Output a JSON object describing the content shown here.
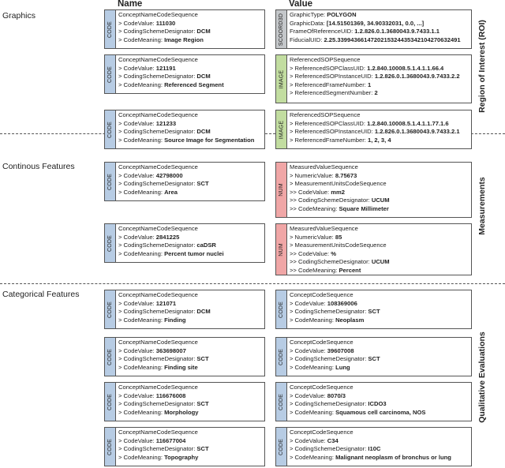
{
  "headers": {
    "name": "Name",
    "value": "Value"
  },
  "sections": [
    {
      "label": "Graphics",
      "side_label": "Region of Interest (ROI)"
    },
    {
      "label": "Continous Features",
      "side_label": "Measurements"
    },
    {
      "label": "Categorical Features",
      "side_label": "Qualitative Evaluations"
    }
  ],
  "colors": {
    "code": "#b7cce4",
    "scoord3d": "#c4c7ca",
    "image": "#c2dda0",
    "num": "#f0a6a6"
  },
  "cards": {
    "n1": {
      "tag": "CODE",
      "lines": [
        {
          "k": "ConceptNameCodeSequence",
          "v": ""
        },
        {
          "k": "> CodeValue: ",
          "v": "111030"
        },
        {
          "k": "> CodingSchemeDesignator: ",
          "v": "DCM"
        },
        {
          "k": "> CodeMeaning: ",
          "v": "Image Region"
        }
      ]
    },
    "v1": {
      "tag": "SCOORD3D",
      "lines": [
        {
          "k": "GraphicType: ",
          "v": "POLYGON"
        },
        {
          "k": "GraphicData: ",
          "v": "[14.51501369, 34.90332031,  0.0, ...]"
        },
        {
          "k": "FrameOfReferenceUID: ",
          "v": "1.2.826.0.1.3680043.9.7433.1.1"
        },
        {
          "k": "FiducialUID: ",
          "v": "2.25.3399436614720215324435342104270632491"
        }
      ]
    },
    "n2": {
      "tag": "CODE",
      "lines": [
        {
          "k": "ConceptNameCodeSequence",
          "v": ""
        },
        {
          "k": "> CodeValue: ",
          "v": "121191"
        },
        {
          "k": "> CodingSchemeDesignator: ",
          "v": "DCM"
        },
        {
          "k": "> CodeMeaning: ",
          "v": "Referenced Segment"
        }
      ]
    },
    "v2": {
      "tag": "IMAGE",
      "lines": [
        {
          "k": "ReferencedSOPSequence",
          "v": ""
        },
        {
          "k": "> ReferencedSOPClassUID: ",
          "v": "1.2.840.10008.5.1.4.1.1.66.4"
        },
        {
          "k": "> ReferencedSOPInstanceUID: ",
          "v": "1.2.826.0.1.3680043.9.7433.2.2"
        },
        {
          "k": "> ReferencedFrameNumber: ",
          "v": "1"
        },
        {
          "k": "> ReferencedSegmentNumber: ",
          "v": "2"
        }
      ]
    },
    "n3": {
      "tag": "CODE",
      "lines": [
        {
          "k": "ConceptNameCodeSequence",
          "v": ""
        },
        {
          "k": "> CodeValue: ",
          "v": "121233"
        },
        {
          "k": "> CodingSchemeDesignator: ",
          "v": "DCM"
        },
        {
          "k": "> CodeMeaning: ",
          "v": "Source Image for Segmentation"
        }
      ]
    },
    "v3": {
      "tag": "IMAGE",
      "lines": [
        {
          "k": "ReferencedSOPSequence",
          "v": ""
        },
        {
          "k": "> ReferencedSOPClassUID: ",
          "v": "1.2.840.10008.5.1.4.1.1.77.1.6"
        },
        {
          "k": "> ReferencedSOPInstanceUID: ",
          "v": "1.2.826.0.1.3680043.9.7433.2.1"
        },
        {
          "k": "> ReferencedFrameNumber: ",
          "v": "1, 2, 3, 4"
        }
      ]
    },
    "n4": {
      "tag": "CODE",
      "lines": [
        {
          "k": "ConceptNameCodeSequence",
          "v": ""
        },
        {
          "k": "> CodeValue: ",
          "v": "42798000"
        },
        {
          "k": "> CodingSchemeDesignator: ",
          "v": "SCT"
        },
        {
          "k": "> CodeMeaning: ",
          "v": "Area"
        }
      ]
    },
    "v4": {
      "tag": "NUM",
      "lines": [
        {
          "k": "MeasuredValueSequence",
          "v": ""
        },
        {
          "k": "> NumericValue: ",
          "v": "8.75673"
        },
        {
          "k": "> MeasurementUnitsCodeSequence",
          "v": ""
        },
        {
          "k": ">> CodeValue: ",
          "v": "mm2"
        },
        {
          "k": ">> CodingSchemeDesignator: ",
          "v": "UCUM"
        },
        {
          "k": ">> CodeMeaning: ",
          "v": "Square Millimeter"
        }
      ]
    },
    "n5": {
      "tag": "CODE",
      "lines": [
        {
          "k": "ConceptNameCodeSequence",
          "v": ""
        },
        {
          "k": "> CodeValue: ",
          "v": "2841225"
        },
        {
          "k": "> CodingSchemeDesignator: ",
          "v": "caDSR"
        },
        {
          "k": "> CodeMeaning: ",
          "v": "Percent tumor nuclei"
        }
      ]
    },
    "v5": {
      "tag": "NUM",
      "lines": [
        {
          "k": "MeasuredValueSequence",
          "v": ""
        },
        {
          "k": "> NumericValue: ",
          "v": "85"
        },
        {
          "k": "> MeasurementUnitsCodeSequence",
          "v": ""
        },
        {
          "k": ">> CodeValue: ",
          "v": "%"
        },
        {
          "k": ">> CodingSchemeDesignator: ",
          "v": "UCUM"
        },
        {
          "k": ">> CodeMeaning: ",
          "v": "Percent"
        }
      ]
    },
    "n6": {
      "tag": "CODE",
      "lines": [
        {
          "k": "ConceptNameCodeSequence",
          "v": ""
        },
        {
          "k": "> CodeValue: ",
          "v": "121071"
        },
        {
          "k": "> CodingSchemeDesignator: ",
          "v": "DCM"
        },
        {
          "k": "> CodeMeaning: ",
          "v": "Finding"
        }
      ]
    },
    "v6": {
      "tag": "CODE",
      "lines": [
        {
          "k": "ConceptCodeSequence",
          "v": ""
        },
        {
          "k": "> CodeValue: ",
          "v": "108369006"
        },
        {
          "k": "> CodingSchemeDesignator: ",
          "v": "SCT"
        },
        {
          "k": "> CodeMeaning: ",
          "v": "Neoplasm"
        }
      ]
    },
    "n7": {
      "tag": "CODE",
      "lines": [
        {
          "k": "ConceptNameCodeSequence",
          "v": ""
        },
        {
          "k": "> CodeValue: ",
          "v": "363698007"
        },
        {
          "k": "> CodingSchemeDesignator: ",
          "v": "SCT"
        },
        {
          "k": "> CodeMeaning: ",
          "v": "Finding site"
        }
      ]
    },
    "v7": {
      "tag": "CODE",
      "lines": [
        {
          "k": "ConceptCodeSequence",
          "v": ""
        },
        {
          "k": "> CodeValue: ",
          "v": "39607008"
        },
        {
          "k": "> CodingSchemeDesignator: ",
          "v": "SCT"
        },
        {
          "k": "> CodeMeaning: ",
          "v": "Lung"
        }
      ]
    },
    "n8": {
      "tag": "CODE",
      "lines": [
        {
          "k": "ConceptNameCodeSequence",
          "v": ""
        },
        {
          "k": "> CodeValue: ",
          "v": "116676008"
        },
        {
          "k": "> CodingSchemeDesignator: ",
          "v": "SCT"
        },
        {
          "k": "> CodeMeaning: ",
          "v": "Morphology"
        }
      ]
    },
    "v8": {
      "tag": "CODE",
      "lines": [
        {
          "k": "ConceptCodeSequence",
          "v": ""
        },
        {
          "k": "> CodeValue: ",
          "v": "8070/3"
        },
        {
          "k": "> CodingSchemeDesignator: ",
          "v": "ICDO3"
        },
        {
          "k": "> CodeMeaning: ",
          "v": "Squamous cell carcinoma, NOS"
        }
      ]
    },
    "n9": {
      "tag": "CODE",
      "lines": [
        {
          "k": "ConceptNameCodeSequence",
          "v": ""
        },
        {
          "k": "> CodeValue: ",
          "v": "116677004"
        },
        {
          "k": "> CodingSchemeDesignator: ",
          "v": "SCT"
        },
        {
          "k": "> CodeMeaning: ",
          "v": "Topography"
        }
      ]
    },
    "v9": {
      "tag": "CODE",
      "lines": [
        {
          "k": "ConceptCodeSequence",
          "v": ""
        },
        {
          "k": "> CodeValue: ",
          "v": "C34"
        },
        {
          "k": "> CodingSchemeDesignator: ",
          "v": "I10C"
        },
        {
          "k": "> CodeMeaning: ",
          "v": "Malignant neoplasm of bronchus or lung"
        }
      ]
    }
  }
}
